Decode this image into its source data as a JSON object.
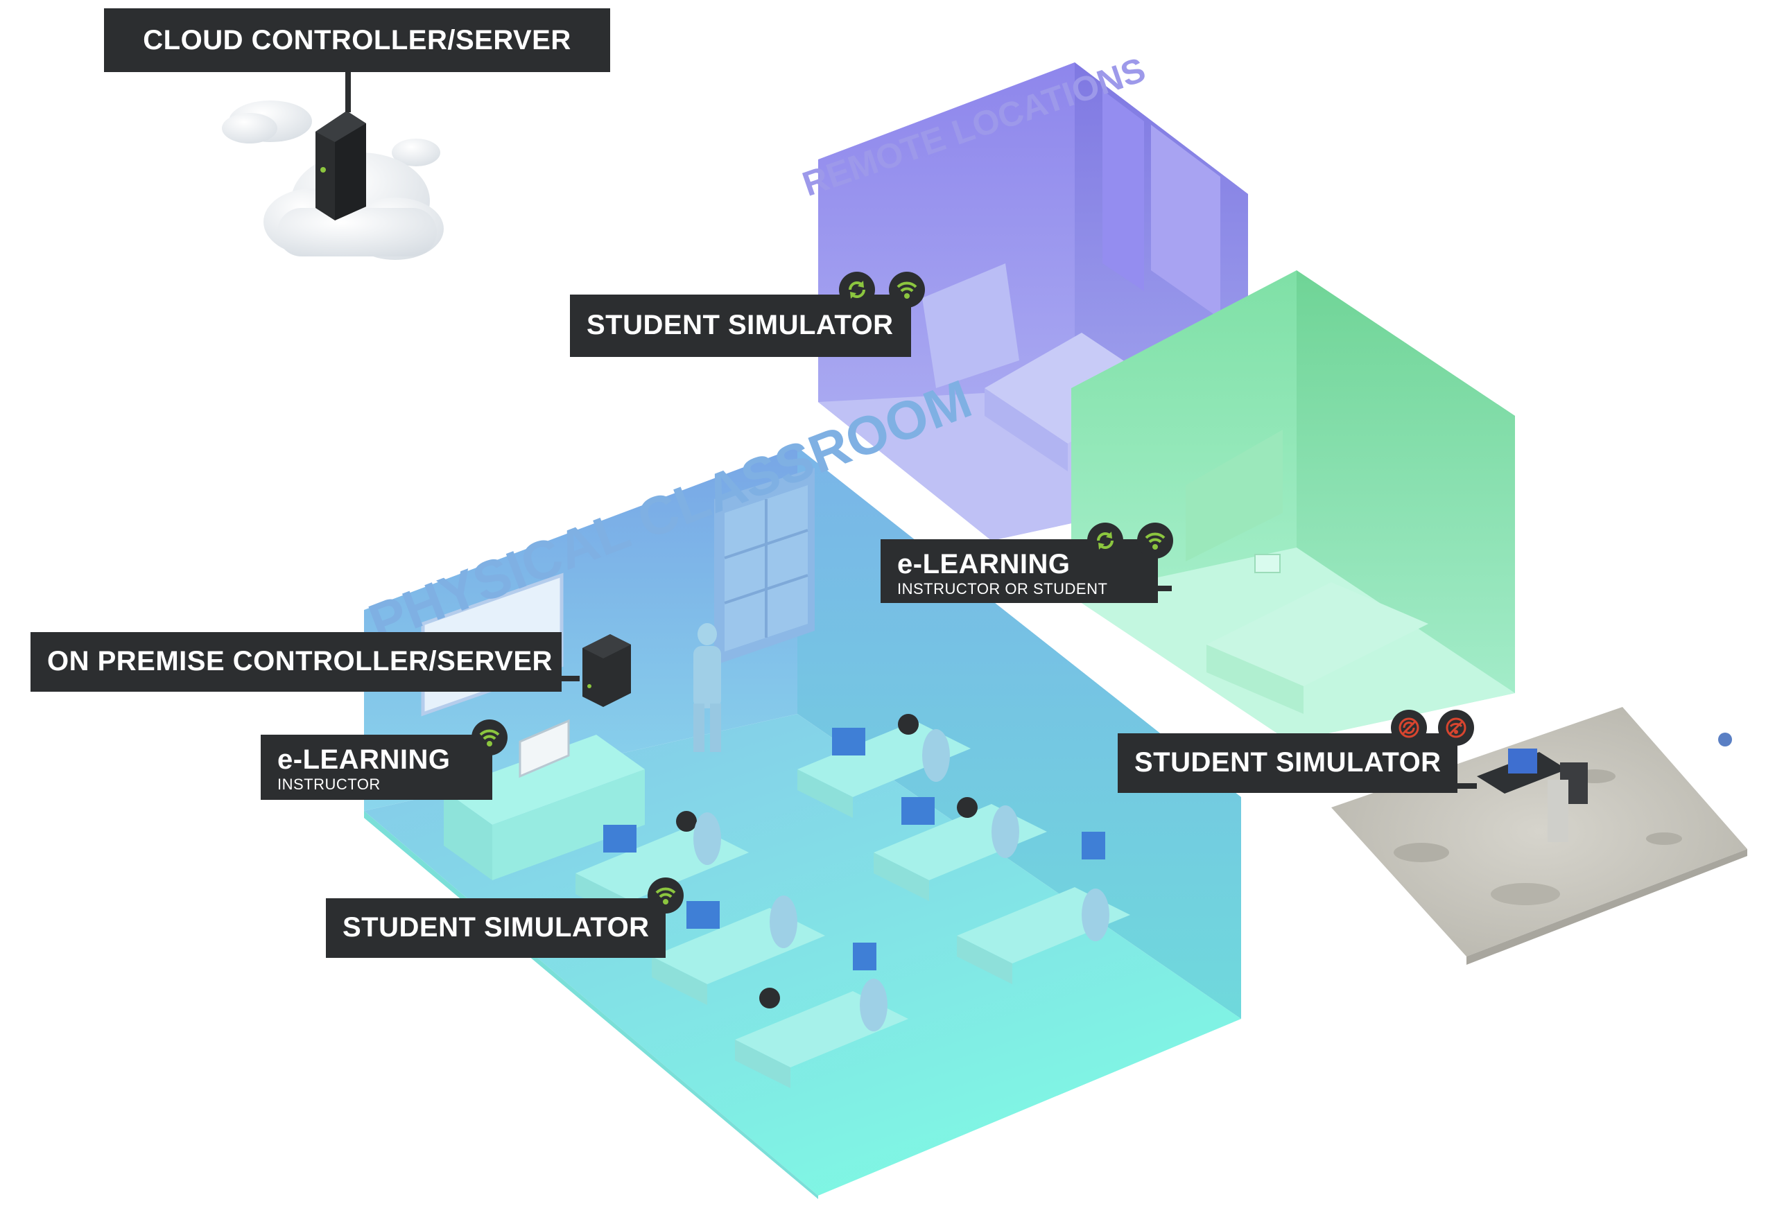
{
  "labels": {
    "cloud_server": "CLOUD CONTROLLER/SERVER",
    "on_premise_server": "ON PREMISE CONTROLLER/SERVER",
    "elearning_instructor": {
      "title": "e-LEARNING",
      "subtitle": "INSTRUCTOR"
    },
    "student_simulator_classroom": "STUDENT SIMULATOR",
    "student_simulator_remote": "STUDENT SIMULATOR",
    "elearning_remote": {
      "title": "e-LEARNING",
      "subtitle": "INSTRUCTOR OR STUDENT"
    },
    "student_simulator_offline": "STUDENT SIMULATOR"
  },
  "zones": {
    "remote_locations": "REMOTE LOCATIONS",
    "physical_classroom": "PHYSICAL CLASSROOM"
  },
  "icons": {
    "sync": "sync-icon",
    "wifi": "wifi-icon",
    "no_sync": "no-sync-icon",
    "no_wifi": "no-wifi-icon"
  },
  "colors": {
    "label_bg": "#2c2e30",
    "status_green": "#8cc63f",
    "status_red": "#d8452f",
    "remote_room": "#9b97ee",
    "elearning_room": "#8fe6ad",
    "classroom_back": "#7aa9e6",
    "classroom_front": "#7ff2e0",
    "remote_title": "#9d99ea",
    "classroom_title": "#7fb0e3",
    "moon_surface": "#c9c7bf"
  }
}
